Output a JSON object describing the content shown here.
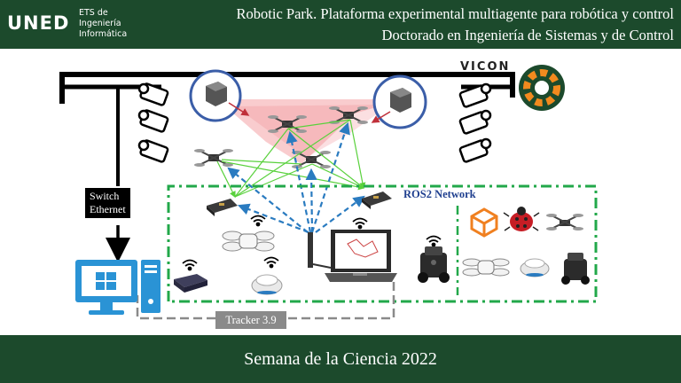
{
  "header": {
    "logo": "UNED",
    "logo_subtitle": "ETS de Ingeniería Informática",
    "title_line1": "Robotic Park. Plataforma experimental multiagente para robótica y control",
    "title_line2": "Doctorado en Ingeniería de Sistemas y de Control"
  },
  "diagram": {
    "vicon_label": "VICON",
    "switch_label_line1": "Switch",
    "switch_label_line2": "Ethernet",
    "network_label": "ROS2 Network",
    "tracker_label": "Tracker 3.9"
  },
  "colors": {
    "header_bg": "#1c4a2c",
    "network_border": "#22a84a",
    "vision_circle": "#3b5ea8",
    "camera_cone": "#e8484f",
    "vicon_links": "#2a7bc0",
    "wireless_links": "#59d13c"
  },
  "footer": {
    "text": "Semana de la Ciencia 2022"
  }
}
